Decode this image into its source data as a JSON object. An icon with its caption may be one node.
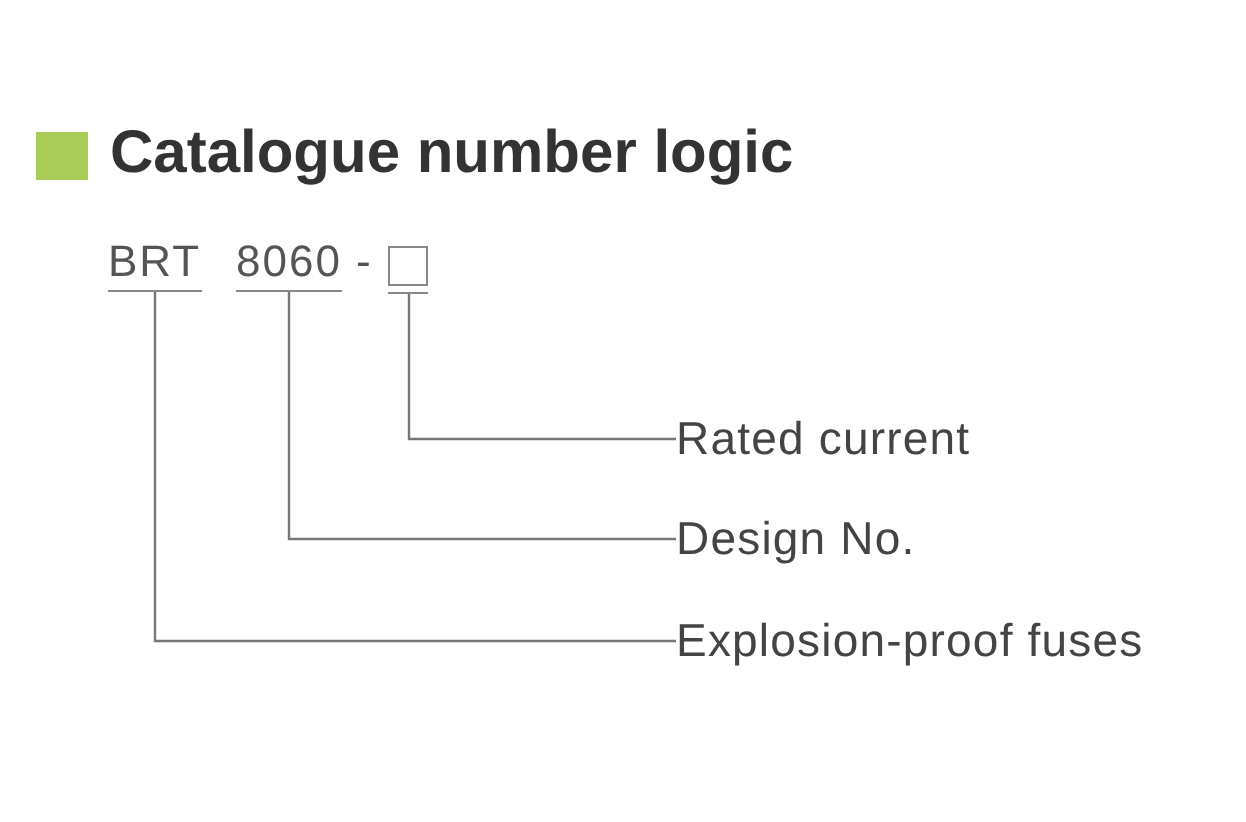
{
  "diagram": {
    "title": "Catalogue number logic",
    "nodes": [
      {
        "text": [
          "BRT"
        ]
      },
      {
        "text": [
          "8060"
        ]
      },
      {
        "text": [],
        "shape": "box"
      },
      {
        "text": [
          "Rated current"
        ]
      },
      {
        "text": [
          "Design No."
        ]
      },
      {
        "text": [
          "Explosion-proof fuses"
        ]
      }
    ],
    "edges": [
      {
        "from": 3,
        "to": 2,
        "arrow": "none"
      },
      {
        "from": 4,
        "to": 1,
        "arrow": "none"
      },
      {
        "from": 5,
        "to": 0,
        "arrow": "none"
      }
    ],
    "labels": [
      "-"
    ]
  }
}
